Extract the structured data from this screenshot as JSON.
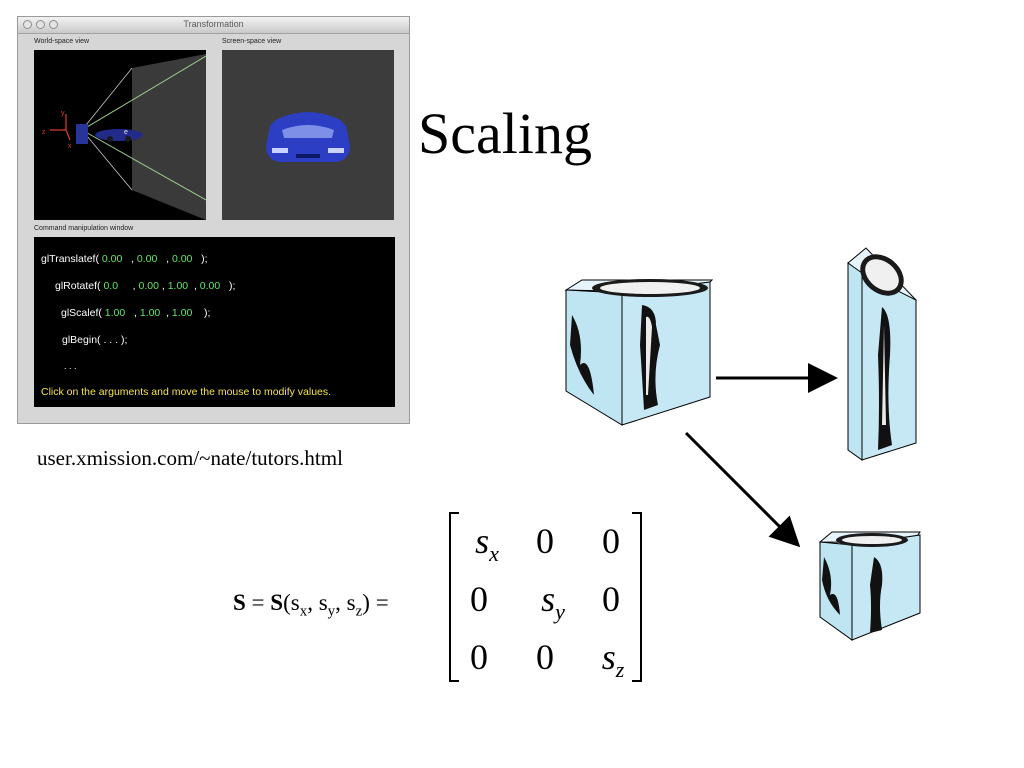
{
  "app": {
    "title": "Transformation",
    "world_label": "World-space view",
    "screen_label": "Screen-space view",
    "command_label": "Command manipulation window",
    "commands": [
      {
        "name": "glTranslatef(",
        "args": [
          "0.00",
          "0.00",
          "0.00"
        ],
        "end": ");"
      },
      {
        "name": "glRotatef(",
        "args": [
          "0.0",
          "0.00",
          "1.00",
          "0.00"
        ],
        "end": ");"
      },
      {
        "name": "glScalef(",
        "args": [
          "1.00",
          "1.00",
          "1.00"
        ],
        "end": ");"
      },
      {
        "name": "glBegin(",
        "body": " . . . ",
        "end": ");"
      }
    ],
    "ellipsis": ". . .",
    "hint": "Click on the arguments and move the mouse to modify values.",
    "axis_labels": {
      "x": "x",
      "y": "y",
      "z": "z",
      "eye": "e"
    },
    "colors": {
      "arg": "#5fe86a",
      "hint": "#f4e34a"
    }
  },
  "slide": {
    "title": "Scaling",
    "source": "user.xmission.com/~nate/tutors.html",
    "equation": {
      "lhs_symbol": "S",
      "eq1": "=",
      "fn_symbol": "S",
      "open_paren": "(",
      "arg1_base": "s",
      "arg1_sub": "x",
      "sep1": ", ",
      "arg2_base": "s",
      "arg2_sub": "y",
      "sep2": ", ",
      "arg3_base": "s",
      "arg3_sub": "z",
      "close_paren": ")",
      "eq2": "="
    },
    "matrix": [
      [
        {
          "base": "s",
          "sub": "x"
        },
        {
          "base": "0"
        },
        {
          "base": "0"
        }
      ],
      [
        {
          "base": "0"
        },
        {
          "base": "s",
          "sub": "y"
        },
        {
          "base": "0"
        }
      ],
      [
        {
          "base": "0"
        },
        {
          "base": "0"
        },
        {
          "base": "s",
          "sub": "z"
        }
      ]
    ],
    "icons": [
      "textured-cube-icon",
      "stretched-cube-icon",
      "small-cube-icon",
      "arrow-right-icon",
      "arrow-diagonal-icon"
    ]
  }
}
